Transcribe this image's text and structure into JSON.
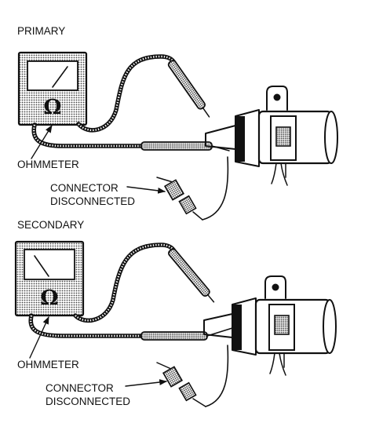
{
  "panels": [
    {
      "title": "PRIMARY",
      "meter_symbol": "Ω",
      "meter_label": "OHMMETER",
      "connector_label_line1": "CONNECTOR",
      "connector_label_line2": "DISCONNECTED",
      "needle_direction": "right"
    },
    {
      "title": "SECONDARY",
      "meter_symbol": "Ω",
      "meter_label": "OHMMETER",
      "connector_label_line1": "CONNECTOR",
      "connector_label_line2": "DISCONNECTED",
      "needle_direction": "left"
    }
  ],
  "colors": {
    "ink": "#111111",
    "stipple": "#9a9a9a",
    "background": "#ffffff"
  }
}
